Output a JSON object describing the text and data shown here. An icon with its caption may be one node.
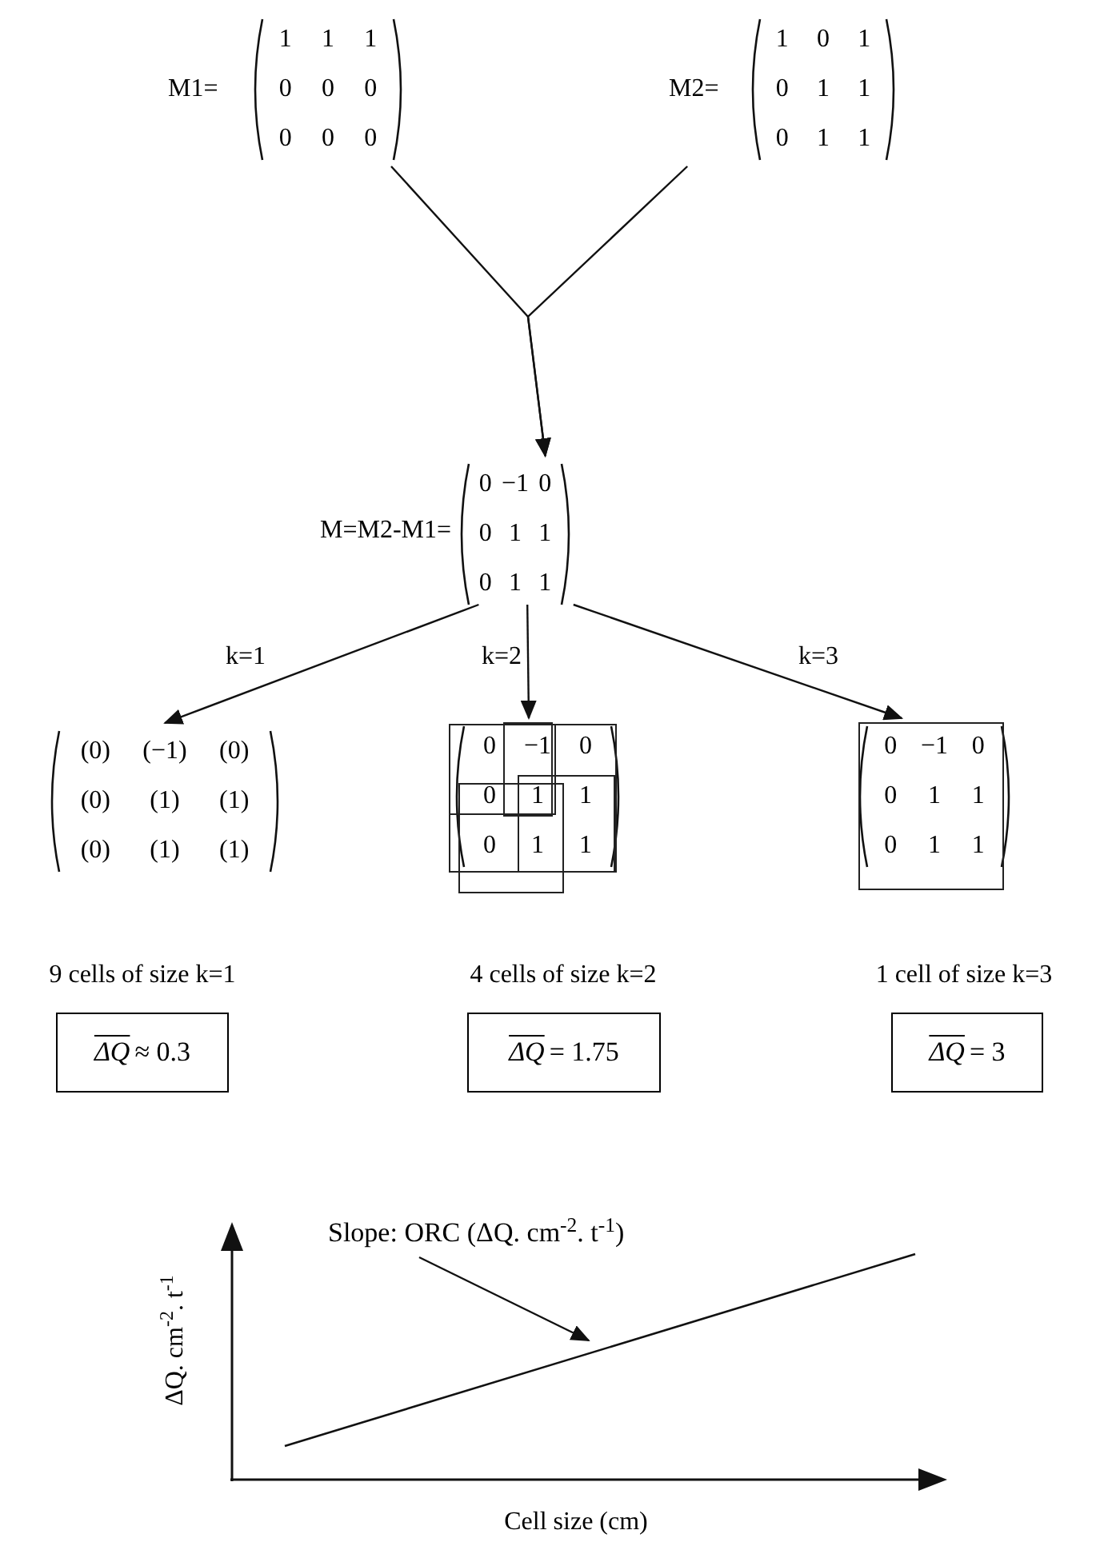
{
  "diagram": {
    "nodes": [
      {
        "text": [
          "M1=",
          "1",
          "1",
          "1",
          "0",
          "0",
          "0",
          "0",
          "0",
          "0"
        ]
      },
      {
        "text": [
          "M2=",
          "1",
          "0",
          "1",
          "0",
          "1",
          "1",
          "0",
          "1",
          "1"
        ]
      },
      {
        "text": [
          "M=M2-M1=",
          "0",
          "−1",
          "0",
          "0",
          "1",
          "1",
          "0",
          "1",
          "1"
        ]
      },
      {
        "text": [
          "(0)",
          "(−1)",
          "(0)",
          "(0)",
          "(1)",
          "(1)",
          "(0)",
          "(1)",
          "(1)"
        ]
      },
      {
        "text": [
          "0",
          "−1",
          "0",
          "0",
          "1",
          "1",
          "0",
          "1",
          "1"
        ]
      },
      {
        "text": [
          "0",
          "−1",
          "0",
          "0",
          "1",
          "1",
          "0",
          "1",
          "1"
        ]
      },
      {
        "text": [
          "ΔQ",
          "≈ 0.3"
        ]
      },
      {
        "text": [
          "ΔQ",
          "= 1.75"
        ]
      },
      {
        "text": [
          "ΔQ",
          "= 3"
        ]
      },
      {
        "text": [
          "Slope: ORC (ΔQ. cm$^{-2}$. t$^{-1}$)"
        ]
      }
    ],
    "edges": [
      {
        "from": 0,
        "to": 2,
        "arrow": "to"
      },
      {
        "from": 1,
        "to": 2,
        "arrow": "to"
      },
      {
        "from": 2,
        "to": 3,
        "arrow": "to",
        "label": "k=1"
      },
      {
        "from": 2,
        "to": 4,
        "arrow": "to",
        "label": "k=2"
      },
      {
        "from": 2,
        "to": 5,
        "arrow": "to",
        "label": "k=3"
      },
      {
        "from": 9,
        "to": null,
        "arrow": "to"
      }
    ],
    "labels": [
      "9 cells of size k=1",
      "4 cells of size k=2",
      "1 cell of size k=3",
      "ΔQ. cm$^{-2}$. t$^{-1}$",
      "Cell size (cm)"
    ]
  }
}
